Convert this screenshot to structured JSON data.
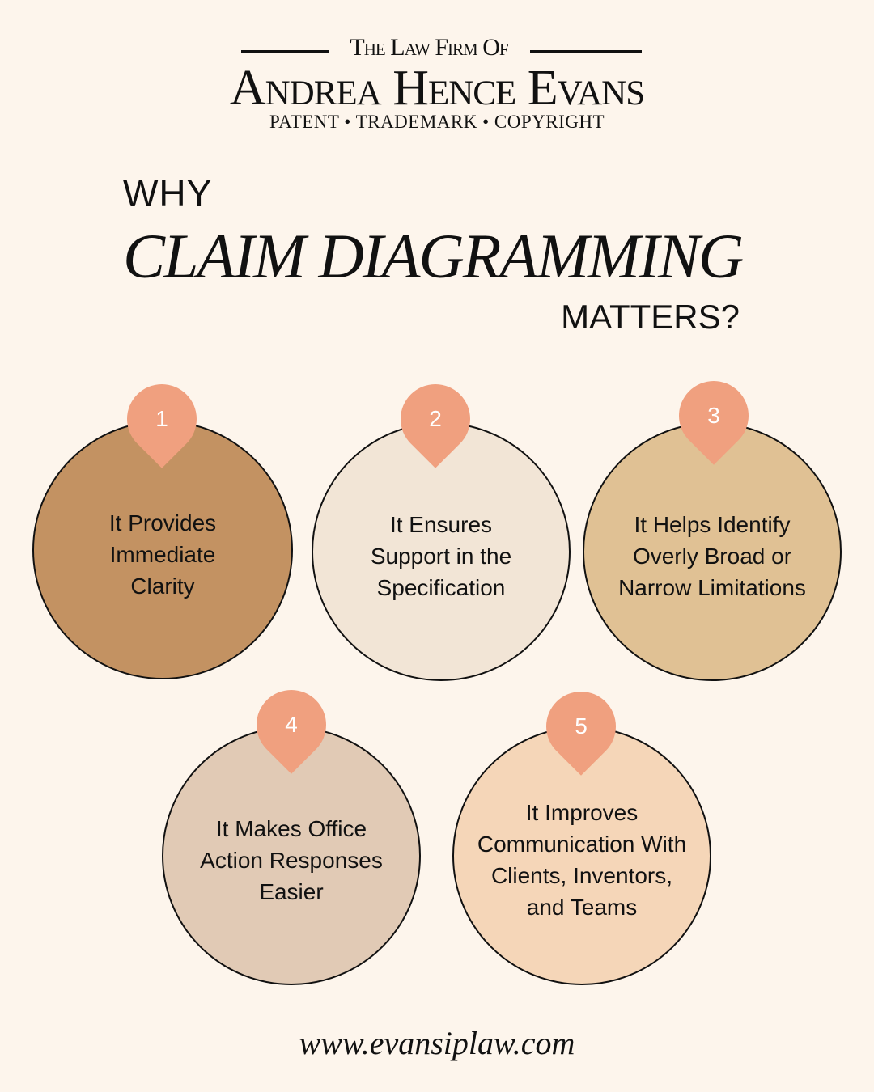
{
  "logo": {
    "top": "The Law Firm Of",
    "name": "Andrea Hence Evans",
    "sub": "PATENT • TRADEMARK • COPYRIGHT"
  },
  "title": {
    "why": "WHY",
    "claim": "CLAIM DIAGRAMMING",
    "matters": "MATTERS?"
  },
  "colors": {
    "background": "#fdf5ec",
    "marker": "#f0a07f"
  },
  "items": [
    {
      "num": "1",
      "text": "It Provides Immediate Clarity",
      "color": "#c39262"
    },
    {
      "num": "2",
      "text": "It Ensures Support in the Specification",
      "color": "#f2e5d6"
    },
    {
      "num": "3",
      "text": "It Helps Identify Overly Broad or Narrow Limitations",
      "color": "#e0c194"
    },
    {
      "num": "4",
      "text": "It Makes Office Action Responses Easier",
      "color": "#e1cab5"
    },
    {
      "num": "5",
      "text": "It Improves Communication With Clients, Inventors, and Teams",
      "color": "#f5d6b8"
    }
  ],
  "footer": {
    "url": "www.evansiplaw.com"
  }
}
